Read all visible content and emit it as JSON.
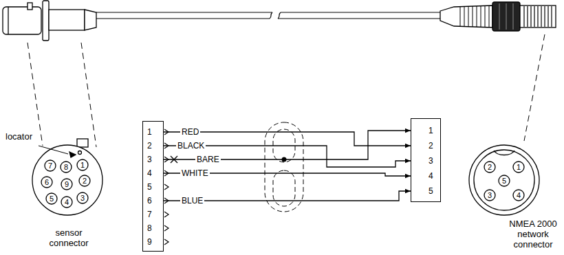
{
  "diagram": {
    "nodes": [
      {
        "text": [
          "1",
          "2",
          "3",
          "4",
          "5",
          "6",
          "7",
          "8",
          "9"
        ]
      },
      {
        "text": [
          "1",
          "2",
          "3",
          "4",
          "5"
        ]
      }
    ],
    "edges": [
      {
        "from": 0,
        "to": 1,
        "label": "RED",
        "arrow": "to"
      },
      {
        "from": 0,
        "to": 1,
        "label": "BLACK",
        "arrow": "to"
      },
      {
        "from": 0,
        "to": 1,
        "label": "BARE",
        "arrow": "to"
      },
      {
        "from": 0,
        "to": 1,
        "label": "WHITE",
        "arrow": "to"
      },
      {
        "from": 0,
        "to": 1,
        "label": "BLUE",
        "arrow": "to"
      }
    ],
    "labels": [
      "locator",
      "7",
      "8",
      "1",
      "6",
      "9",
      "2",
      "5",
      "4",
      "3",
      "sensor connector",
      "2",
      "1",
      "5",
      "3",
      "4",
      "NMEA 2000 network connector"
    ]
  }
}
